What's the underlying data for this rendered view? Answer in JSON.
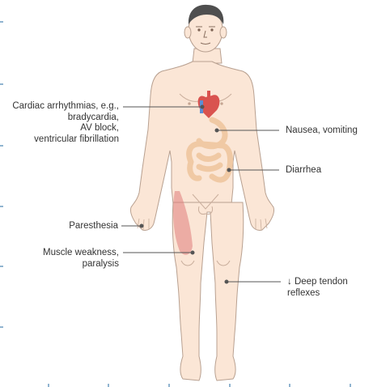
{
  "colors": {
    "skin": "#fbe6d6",
    "skin_outline": "#b8a090",
    "hair": "#4f4f4f",
    "heart_red": "#d9534f",
    "heart_blue": "#5b8ed6",
    "gut": "#f0c9a4",
    "muscle": "#e07b7b",
    "leader_line": "#555555",
    "label_text": "#333333",
    "edge_ticks": "#6a9bc0"
  },
  "labels": {
    "cardiac": [
      "Cardiac arrhythmias, e.g.,",
      "bradycardia,",
      "AV block,",
      "ventricular fibrillation"
    ],
    "nausea": "Nausea, vomiting",
    "diarrhea": "Diarrhea",
    "paresthesia": "Paresthesia",
    "muscle": [
      "Muscle weakness,",
      "paralysis"
    ],
    "reflexes": [
      "↓ Deep tendon",
      "reflexes"
    ]
  }
}
